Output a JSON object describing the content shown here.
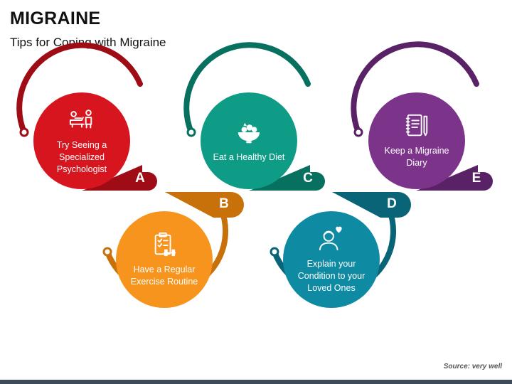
{
  "header": {
    "title": "MIGRAINE",
    "subtitle": "Tips for Coping with Migraine"
  },
  "colors": {
    "A": "#d7151f",
    "B": "#f7941d",
    "C": "#0e9c86",
    "D": "#0f8aa3",
    "E": "#7b3489"
  },
  "steps": [
    {
      "letter": "A",
      "label": "Try Seeing a Specialized Psychologist",
      "icon": "psychologist-couch-icon"
    },
    {
      "letter": "B",
      "label": "Have a Regular Exercise Routine",
      "icon": "clipboard-dumbbell-icon"
    },
    {
      "letter": "C",
      "label": "Eat a Healthy Diet",
      "icon": "salad-bowl-icon"
    },
    {
      "letter": "D",
      "label": "Explain your Condition to your Loved Ones",
      "icon": "person-heart-icon"
    },
    {
      "letter": "E",
      "label": "Keep a Migraine Diary",
      "icon": "notebook-pen-icon"
    }
  ],
  "footer": {
    "source": "Source: very well"
  }
}
